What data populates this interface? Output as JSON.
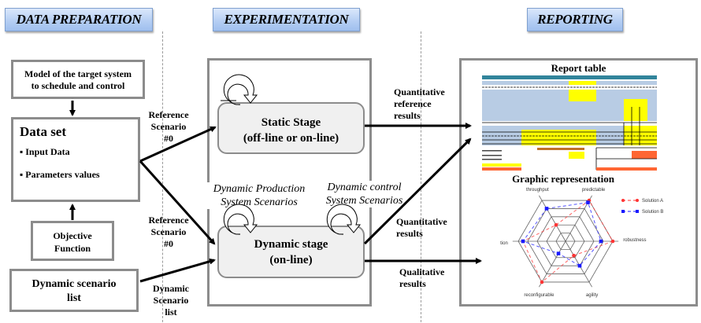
{
  "phases": {
    "data_preparation": "DATA PREPARATION",
    "experimentation": "EXPERIMENTATION",
    "reporting": "REPORTING"
  },
  "data_preparation": {
    "model_box": {
      "line1": "Model of the target system",
      "line2": "to schedule and control"
    },
    "data_set": {
      "title": "Data set",
      "items": [
        "Input Data",
        "Parameters values"
      ]
    },
    "objective_box": {
      "line1": "Objective",
      "line2": "Function"
    },
    "dynamic_list_box": {
      "line1": "Dynamic scenario",
      "line2": "list"
    }
  },
  "arrow_labels": {
    "ref_top": {
      "line1": "Reference",
      "line2": "Scenario",
      "line3": "#0"
    },
    "ref_bottom": {
      "line1": "Reference",
      "line2": "Scenario",
      "line3": "#0"
    },
    "dynamic_list": {
      "line1": "Dynamic",
      "line2": "Scenario",
      "line3": "list"
    },
    "quant_ref": {
      "line1": "Quantitative",
      "line2": "reference",
      "line3": "results"
    },
    "quant": {
      "line1": "Quantitative",
      "line2": "results"
    },
    "qual": {
      "line1": "Qualitative",
      "line2": "results"
    }
  },
  "experimentation": {
    "static_stage": {
      "line1": "Static Stage",
      "line2": "(off-line or on-line)"
    },
    "dynamic_stage": {
      "line1": "Dynamic stage",
      "line2": "(on-line)"
    },
    "prod_scenarios": {
      "line1": "Dynamic Production",
      "line2": "System Scenarios"
    },
    "control_scenarios": {
      "line1": "Dynamic control",
      "line2": "System Scenarios"
    }
  },
  "reporting": {
    "report_table_title": "Report table",
    "graphic_title": "Graphic representation"
  },
  "colors": {
    "header_blue": "#b3cdf3",
    "box_border": "#8c8c8c",
    "table_teal": "#31849b",
    "table_lightblue": "#b8cce4",
    "table_yellow": "#ffff00",
    "table_orange": "#ff6633",
    "solution_a": "#ff3333",
    "solution_b": "#1a1aff"
  },
  "chart_data": {
    "type": "radar",
    "title": "Graphic representation",
    "axes": [
      "throughput",
      "predictable",
      "robustness",
      "agility",
      "reconfigurable",
      "load distribution"
    ],
    "range": [
      0,
      5
    ],
    "rings": 5,
    "legend_position": "top-right",
    "series": [
      {
        "name": "Solution A",
        "values": [
          2,
          5,
          5,
          1.75,
          5,
          4.5
        ]
      },
      {
        "name": "Solution B",
        "values": [
          4,
          4.75,
          3.75,
          3,
          1.5,
          4.5
        ]
      }
    ]
  }
}
